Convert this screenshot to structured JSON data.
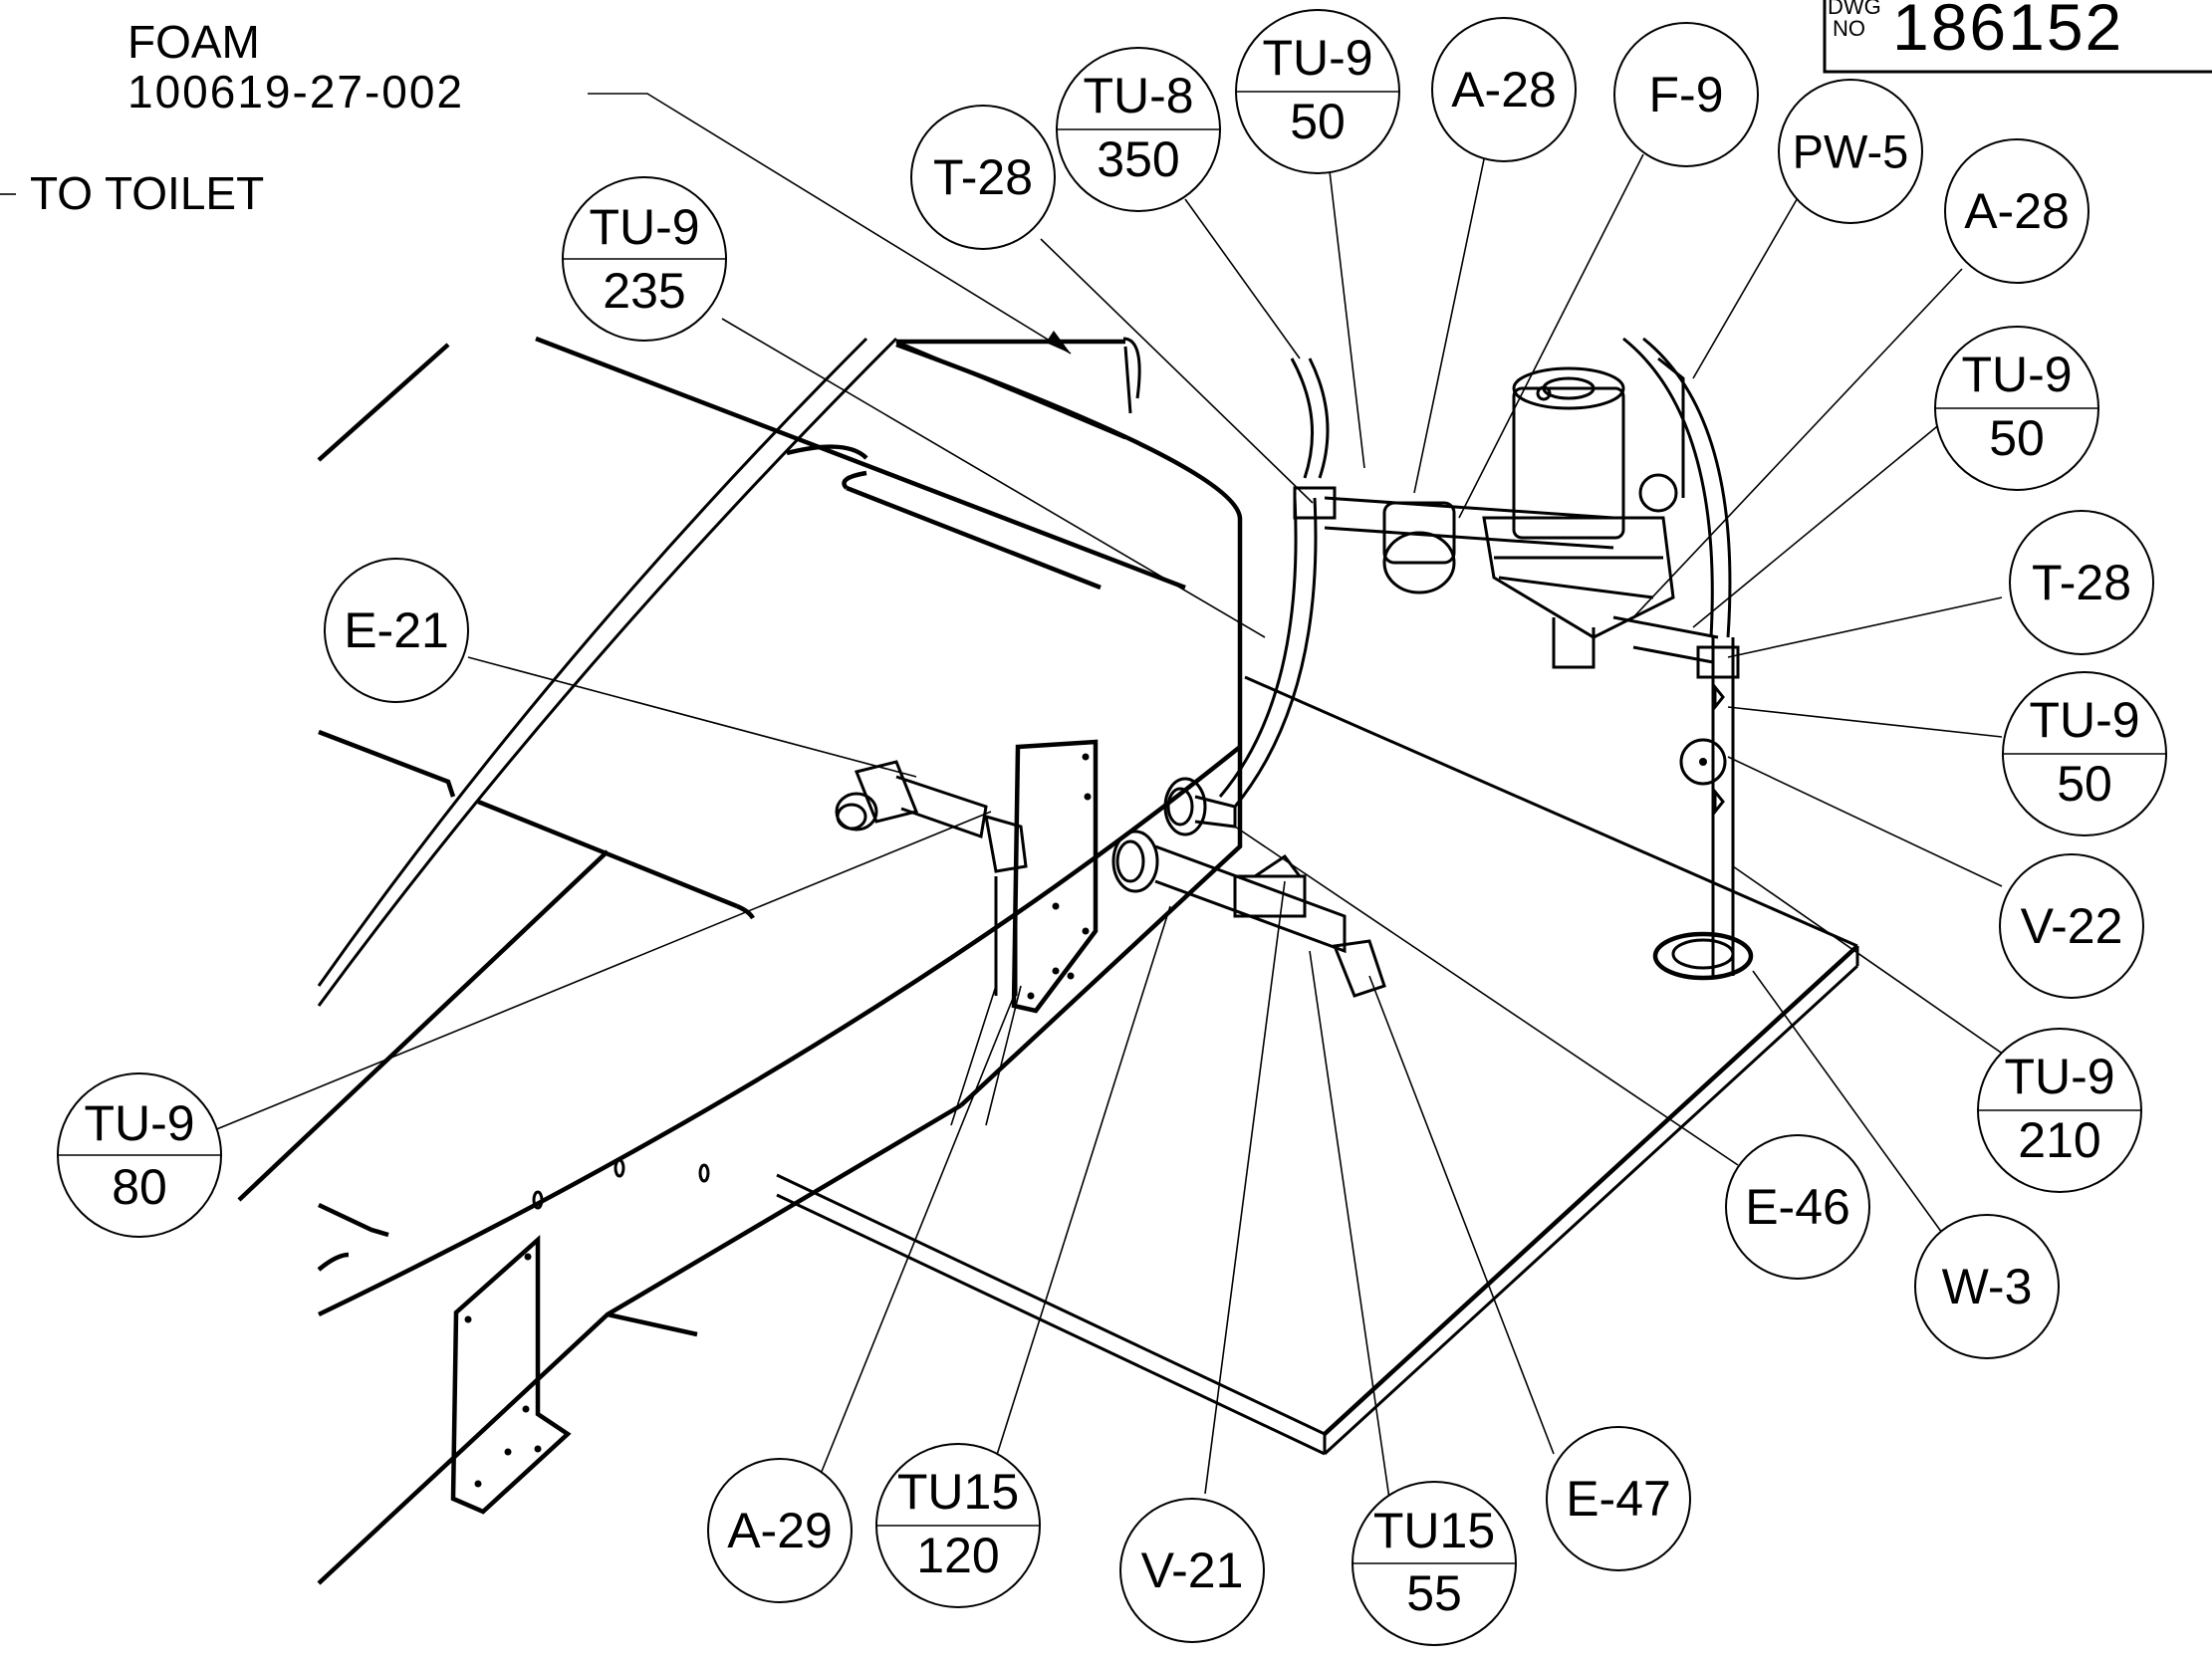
{
  "title_block": {
    "dwg_label": "DWG",
    "no_label": "NO",
    "number": "186152"
  },
  "notes": {
    "foam_label": "FOAM",
    "foam_part": "100619-27-002",
    "to_toilet": "TO TOILET"
  },
  "balloons": {
    "t28_top": {
      "label": "T-28"
    },
    "tu8_350": {
      "top": "TU-8",
      "bottom": "350"
    },
    "tu9_50_top": {
      "top": "TU-9",
      "bottom": "50"
    },
    "a28_top": {
      "label": "A-28"
    },
    "f9": {
      "label": "F-9"
    },
    "pw5": {
      "label": "PW-5"
    },
    "a28_right": {
      "label": "A-28"
    },
    "tu9_235": {
      "top": "TU-9",
      "bottom": "235"
    },
    "tu9_50_right": {
      "top": "TU-9",
      "bottom": "50"
    },
    "t28_right": {
      "label": "T-28"
    },
    "e21": {
      "label": "E-21"
    },
    "tu9_50_lower": {
      "top": "TU-9",
      "bottom": "50"
    },
    "v22": {
      "label": "V-22"
    },
    "tu9_210": {
      "top": "TU-9",
      "bottom": "210"
    },
    "tu9_80": {
      "top": "TU-9",
      "bottom": "80"
    },
    "e46": {
      "label": "E-46"
    },
    "w3": {
      "label": "W-3"
    },
    "a29": {
      "label": "A-29"
    },
    "tu15_120": {
      "top": "TU15",
      "bottom": "120"
    },
    "v21": {
      "label": "V-21"
    },
    "tu15_55": {
      "top": "TU15",
      "bottom": "55"
    },
    "e47": {
      "label": "E-47"
    }
  }
}
